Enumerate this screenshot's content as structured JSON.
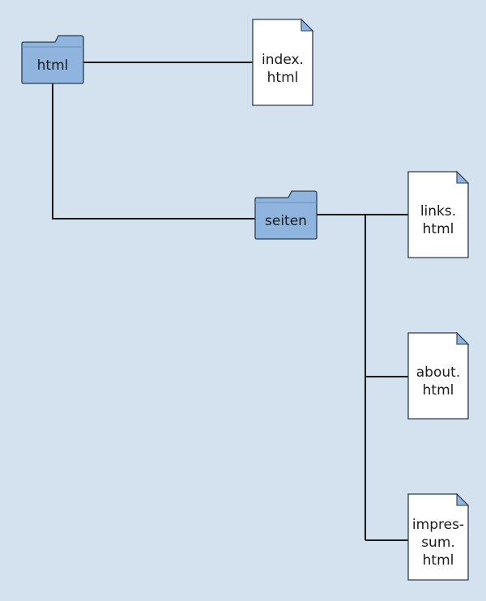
{
  "colors": {
    "background": "#d4e1ef",
    "folder_fill": "#8fb5de",
    "file_fill": "#ffffff",
    "file_corner": "#8fb5de",
    "line": "#1a1a1a"
  },
  "folders": [
    {
      "id": "html",
      "label": "html",
      "icon": "folder-icon"
    },
    {
      "id": "seiten",
      "label": "seiten",
      "icon": "folder-icon"
    }
  ],
  "files": [
    {
      "id": "index",
      "lines": [
        "index.",
        "html"
      ],
      "icon": "file-icon"
    },
    {
      "id": "links",
      "lines": [
        "links.",
        "html"
      ],
      "icon": "file-icon"
    },
    {
      "id": "about",
      "lines": [
        "about.",
        "html"
      ],
      "icon": "file-icon"
    },
    {
      "id": "impressum",
      "lines": [
        "impres-",
        "sum.",
        "html"
      ],
      "icon": "file-icon"
    }
  ]
}
